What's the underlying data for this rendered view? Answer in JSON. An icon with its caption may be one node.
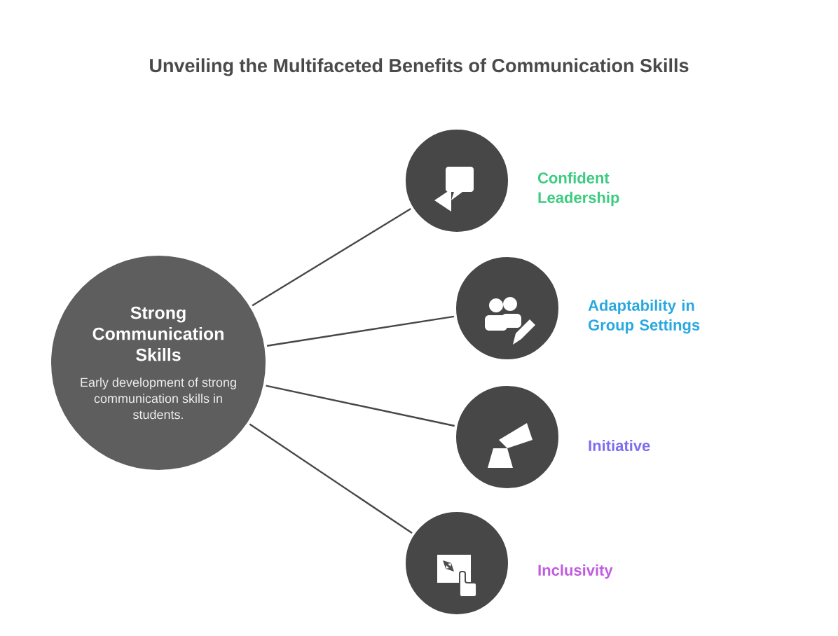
{
  "diagram": {
    "title": "Unveiling the Multifaceted Benefits of Communication Skills",
    "nodes": [
      {
        "text": [
          "Strong Communication Skills",
          "Early development of strong communication skills in students."
        ]
      },
      {
        "text": [],
        "shape": "circle",
        "beside": [
          "Confident Leadership"
        ]
      },
      {
        "text": [],
        "shape": "circle",
        "beside": [
          "Adaptability in Group Settings"
        ]
      },
      {
        "text": [],
        "shape": "circle",
        "beside": [
          "Initiative"
        ]
      },
      {
        "text": [],
        "shape": "circle",
        "beside": [
          "Inclusivity"
        ]
      }
    ],
    "edges": [
      {
        "from": 0,
        "to": 1,
        "arrow": "none"
      },
      {
        "from": 0,
        "to": 2,
        "arrow": "none"
      },
      {
        "from": 0,
        "to": 3,
        "arrow": "none"
      },
      {
        "from": 0,
        "to": 4,
        "arrow": "none"
      }
    ]
  }
}
